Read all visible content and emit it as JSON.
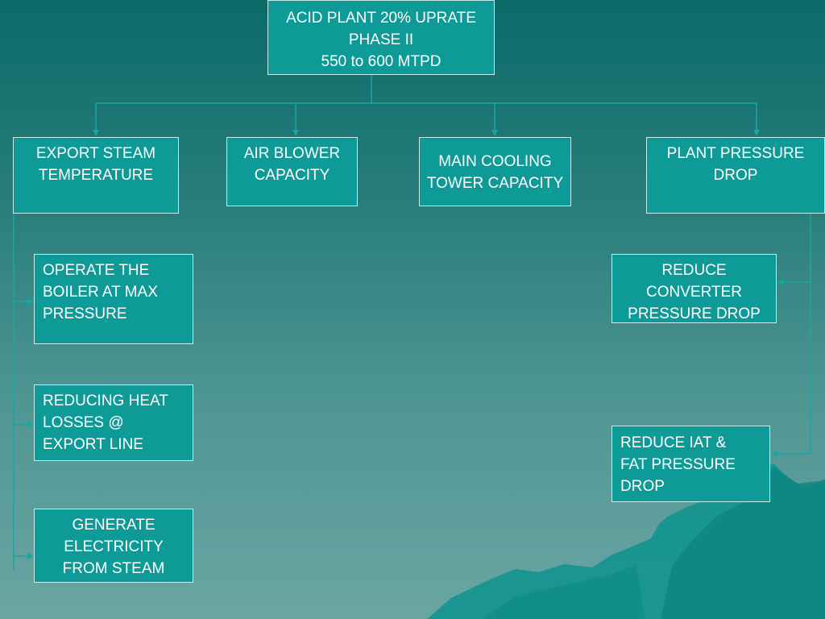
{
  "diagram": {
    "root": {
      "text": "ACID PLANT 20% UPRATE\nPHASE II\n550 to 600 MTPD"
    },
    "categories": [
      {
        "text": "EXPORT STEAM\n TEMPERATURE"
      },
      {
        "text": "AIR BLOWER\nCAPACITY"
      },
      {
        "text": "MAIN COOLING\nTOWER CAPACITY"
      },
      {
        "text": "PLANT PRESSURE\nDROP"
      }
    ],
    "steam_actions": [
      {
        "text": "OPERATE THE\nBOILER AT MAX\nPRESSURE"
      },
      {
        "text": "REDUCING HEAT\nLOSSES @\nEXPORT LINE"
      },
      {
        "text": "GENERATE\nELECTRICITY\nFROM STEAM"
      }
    ],
    "pressure_actions": [
      {
        "text": "REDUCE\nCONVERTER\nPRESSURE DROP"
      },
      {
        "text": "REDUCE IAT &\nFAT PRESSURE\nDROP"
      }
    ]
  },
  "colors": {
    "box_fill": "#0e9a97",
    "box_border": "#c9ecea",
    "connector": "#1aa6a2",
    "mountain": "#12948f"
  }
}
